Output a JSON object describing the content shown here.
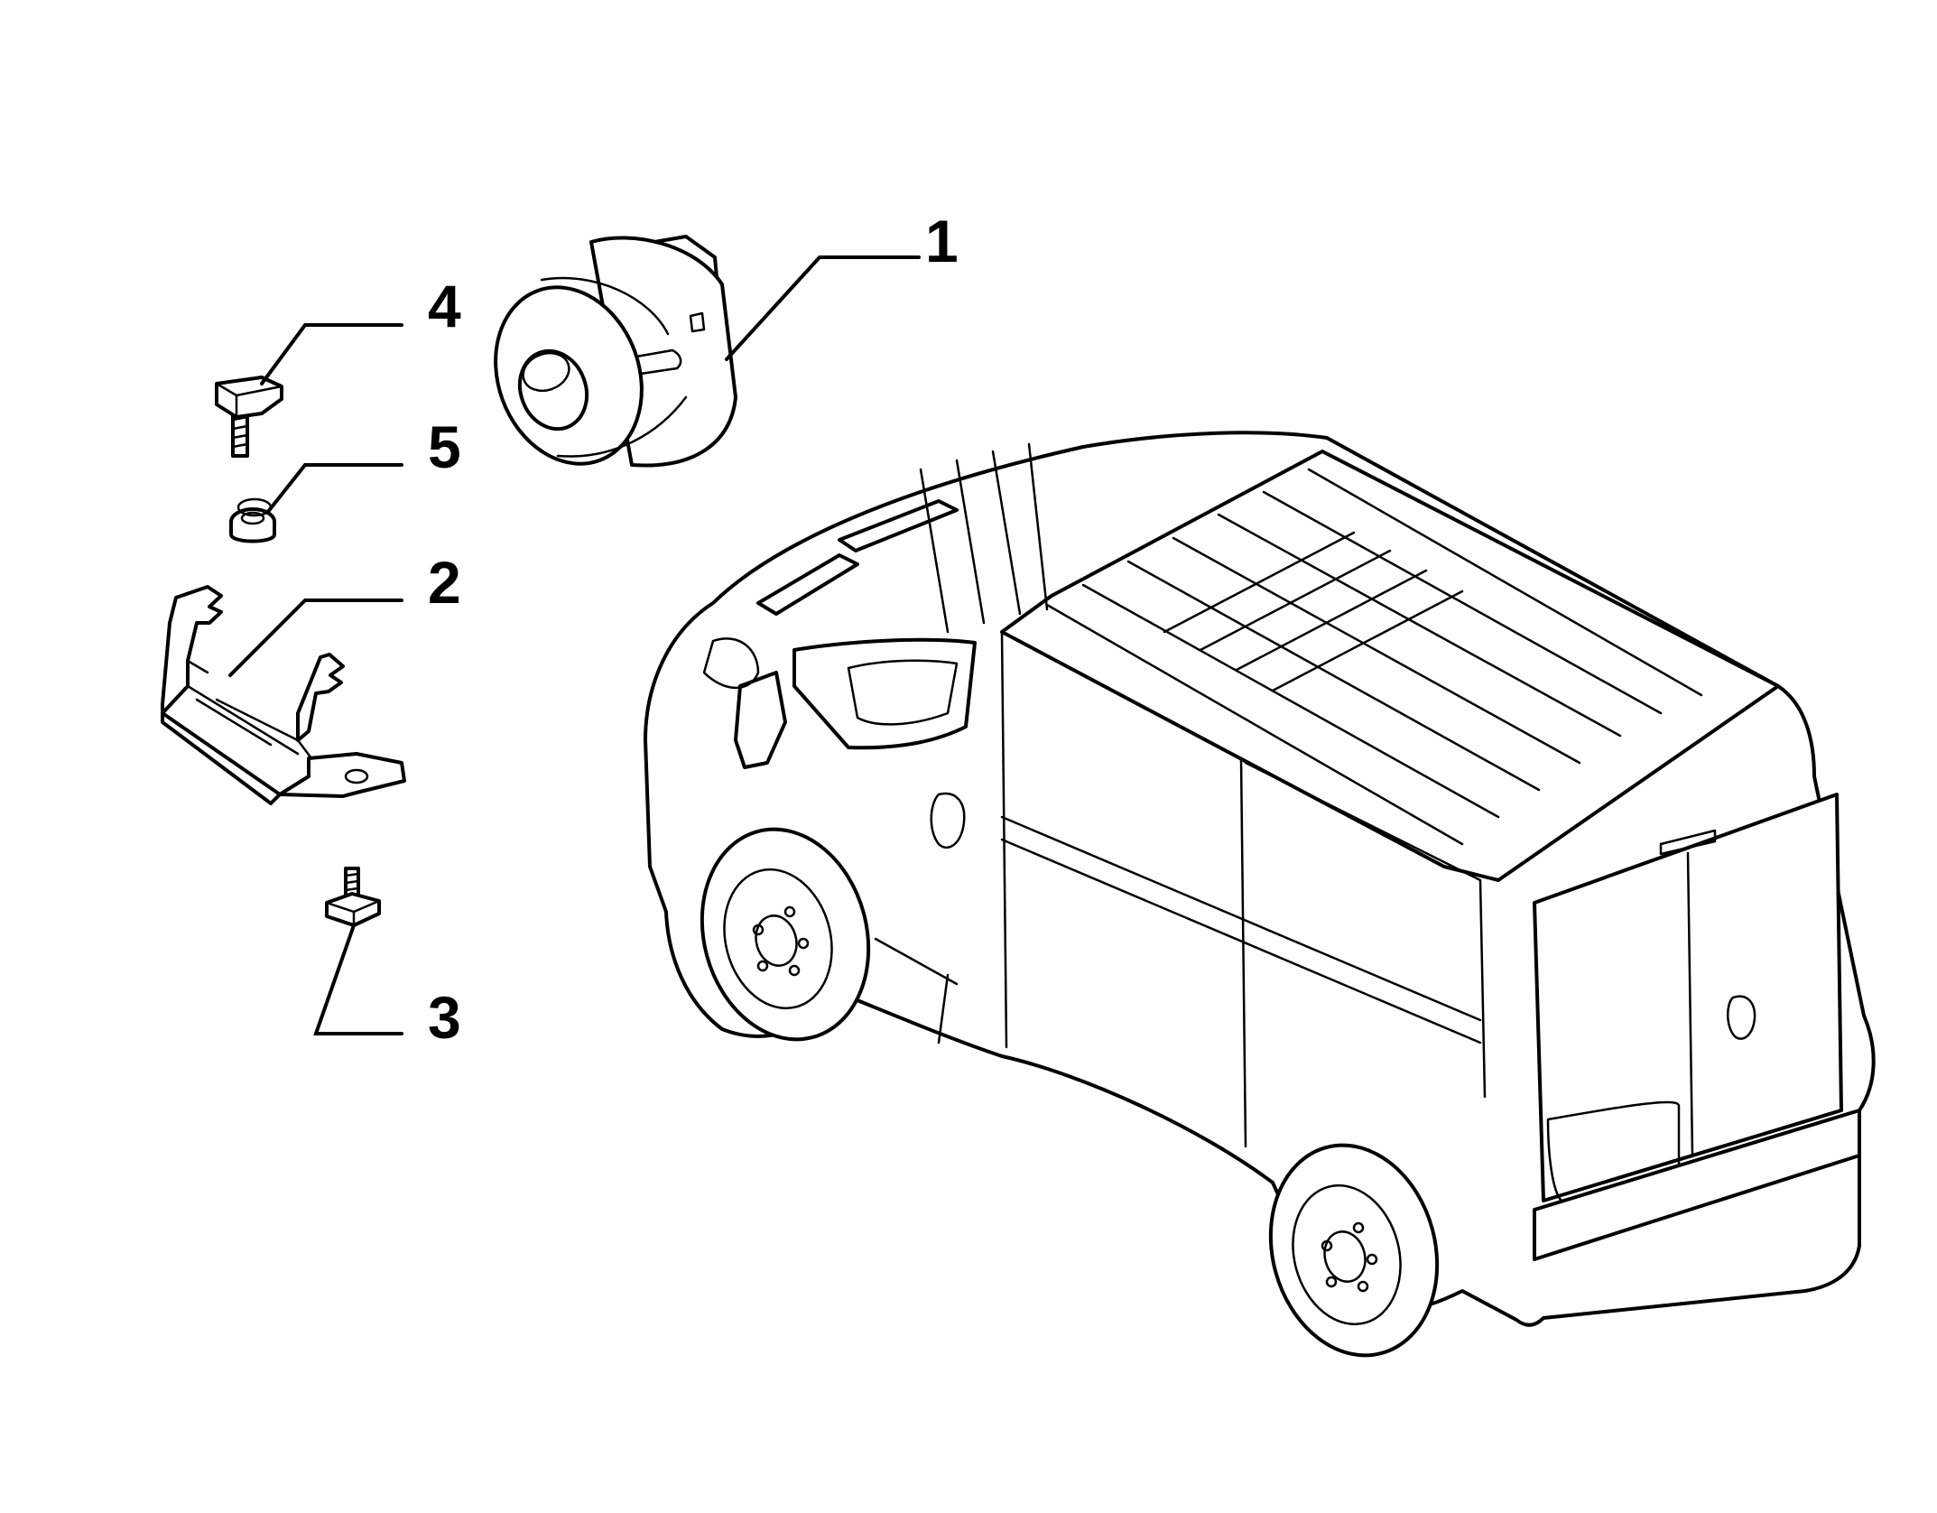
{
  "diagram": {
    "callouts": [
      {
        "number": "1",
        "part": "buzzer-unit"
      },
      {
        "number": "2",
        "part": "mounting-bracket"
      },
      {
        "number": "3",
        "part": "bracket-stud"
      },
      {
        "number": "4",
        "part": "bracket-bolt"
      },
      {
        "number": "5",
        "part": "flange-nut"
      }
    ],
    "colors": {
      "line": "#000000",
      "background": "#ffffff"
    }
  }
}
